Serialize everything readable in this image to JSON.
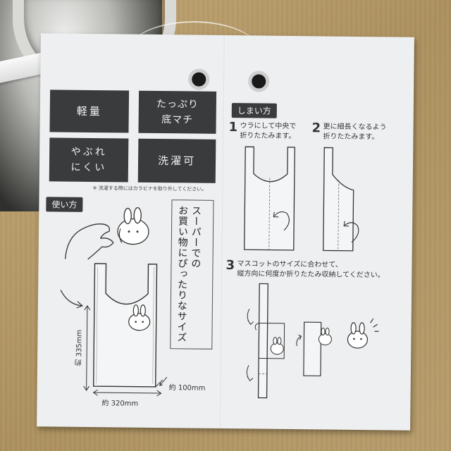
{
  "features": {
    "lightweight": "軽量",
    "roomy_line1": "たっぷり",
    "roomy_line2": "底マチ",
    "tear_line1": "やぶれ",
    "tear_line2": "にくい",
    "washable": "洗濯可"
  },
  "wash_note": "※ 洗濯する際にはカラビナを取り外してください。",
  "usage": {
    "heading": "使い方",
    "tagline_line1": "スーパーでの",
    "tagline_line2": "お買い物にぴったりなサイズ",
    "height": "約 335mm",
    "width": "約 320mm",
    "depth": "約 100mm"
  },
  "folding": {
    "heading": "しまい方",
    "step1_num": "1",
    "step1_line1": "ウラにして中央で",
    "step1_line2": "折りたたみます。",
    "step2_num": "2",
    "step2_line1": "更に細長くなるよう",
    "step2_line2": "折りたたみます。",
    "step3_num": "3",
    "step3_line1": "マスコットのサイズに合わせて、",
    "step3_line2": "縦方向に何度か折りたたみ収納してください。"
  },
  "colors": {
    "card": "#edeff0",
    "badge": "#3a3b3d",
    "table": "#b59a68"
  }
}
